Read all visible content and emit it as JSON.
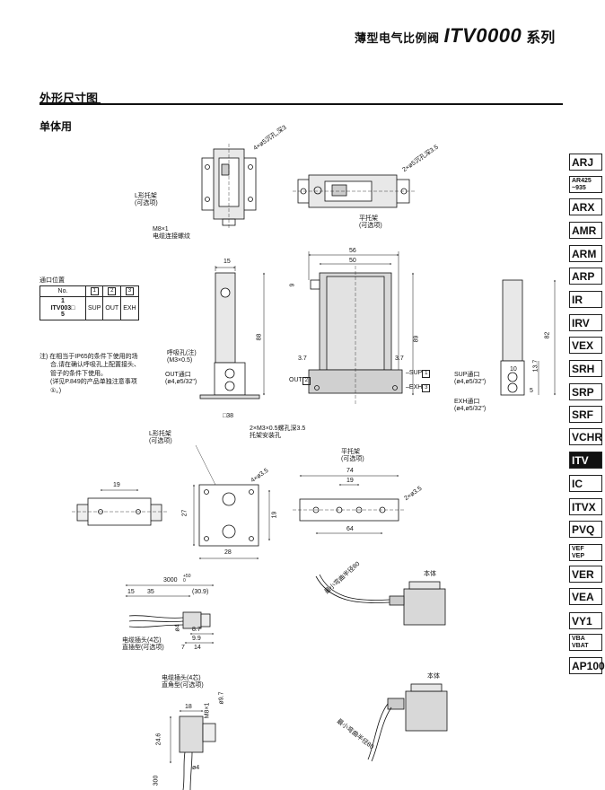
{
  "header": {
    "series_prefix": "薄型电气比例阀",
    "series_model": "ITV0000",
    "series_suffix": "系列"
  },
  "section": {
    "title": "外形尺寸图",
    "subtitle": "单体用"
  },
  "port_table": {
    "title": "通口位置",
    "head": [
      "No.",
      "1",
      "2",
      "3"
    ],
    "model": "ITV003",
    "model_line1": "1",
    "model_line3": "5",
    "cells": [
      "SUP",
      "OUT",
      "EXH"
    ]
  },
  "note": {
    "l1": "注) 在相当于IP65的条件下使用的场",
    "l2": "合,请在确认呼吸孔上配置接头、",
    "l3": "管子的条件下使用。",
    "l4": "(详见P.849的产品单独注意事项",
    "l5": "①。)"
  },
  "labels": {
    "l_bracket": "L形托架",
    "optional": "(可选项)",
    "m8": "M8×1",
    "cable_screw": "电缆连接螺纹",
    "hole_4x_top": "4×ø5沉孔,深3",
    "hole_2x_top": "2×ø5沉孔深3.5",
    "flat_bracket": "平托架",
    "breather": "呼吸孔(注)",
    "breather_spec": "(M3×0.5)",
    "out_port": "OUT通口",
    "out_spec": "(ø4,ø5/32\")",
    "out_tag": "OUT",
    "sup_tag": "SUP",
    "exh_tag": "EXH",
    "sup_port": "SUP通口",
    "sup_spec": "(ø4,ø5/32\")",
    "exh_port": "EXH通口",
    "exh_spec": "(ø4,ø5/32\")",
    "mount_hole": "2×M3×0.5螺孔深3.5",
    "mount_hole_desc": "托架安装孔",
    "hole_4x_35": "4×ø3.5",
    "hole_2x_35": "2×ø3.5",
    "cable_plug": "电缆插头(4芯)",
    "straight": "直插型(可选项)",
    "right_angle": "直角型(可选项)",
    "min_bend": "最小弯曲半径80",
    "body": "本体"
  },
  "dims": {
    "d15": "15",
    "d56": "56",
    "d50": "50",
    "d9": "9",
    "d88": "88",
    "d89": "89",
    "d3_7a": "3.7",
    "d3_7b": "3.7",
    "d38": "38",
    "d82": "82",
    "d13_7": "13.7",
    "d10": "10",
    "d5": "5",
    "d19a": "19",
    "d27": "27",
    "d28": "28",
    "d19b": "19",
    "d74": "74",
    "d19c": "19",
    "d64": "64",
    "d3000": "3000",
    "d3000_tol": "+50\n0",
    "d15b": "15",
    "d35": "35",
    "d30_9": "(30.9)",
    "d8_7": "8.7",
    "d9_9": "9.9",
    "d7": "7",
    "d14": "14",
    "d4a": "ø4",
    "d18": "18",
    "d9_7": "ø9.7",
    "dm8": "M8×1",
    "d24_6": "24.6",
    "d4b": "ø4",
    "d300": "300"
  },
  "nav": [
    "ARJ",
    "AR425\n~935",
    "ARX",
    "AMR",
    "ARM",
    "ARP",
    "IR",
    "IRV",
    "VEX",
    "SRH",
    "SRP",
    "SRF",
    "VCHR",
    "ITV",
    "IC",
    "ITVX",
    "PVQ",
    "VEF\nVEP",
    "VER",
    "VEA",
    "VY1",
    "VBA\nVBAT",
    "AP100"
  ],
  "nav_active": "ITV",
  "colors": {
    "ink": "#111111",
    "body_gray": "#d8d8d8",
    "nav_active_bg": "#111111"
  }
}
